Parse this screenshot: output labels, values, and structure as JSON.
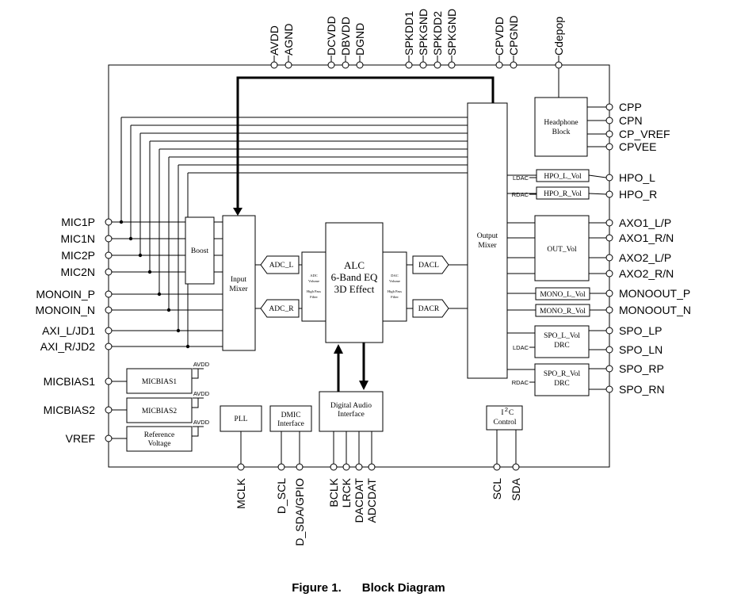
{
  "top_pins": [
    "AVDD",
    "AGND",
    "DCVDD",
    "DBVDD",
    "DGND",
    "SPKDD1",
    "SPKGND",
    "SPKDD2",
    "SPKGND",
    "CPVDD",
    "CPGND",
    "Cdepop"
  ],
  "left_pins": [
    "MIC1P",
    "MIC1N",
    "MIC2P",
    "MIC2N",
    "MONOIN_P",
    "MONOIN_N",
    "AXI_L/JD1",
    "AXI_R/JD2",
    "MICBIAS1",
    "MICBIAS2",
    "VREF"
  ],
  "right_pins": [
    "CPP",
    "CPN",
    "CP_VREF",
    "CPVEE",
    "HPO_L",
    "HPO_R",
    "AXO1_L/P",
    "AXO1_R/N",
    "AXO2_L/P",
    "AXO2_R/N",
    "MONOOUT_P",
    "MONOOUT_N",
    "SPO_LP",
    "SPO_LN",
    "SPO_RP",
    "SPO_RN"
  ],
  "bottom_pins": [
    "MCLK",
    "D_SCL",
    "D_SDA/GPIO",
    "BCLK",
    "LRCK",
    "DACDAT",
    "ADCDAT",
    "SCL",
    "SDA"
  ],
  "blocks": {
    "boost": "Boost",
    "input_mixer": [
      "Input",
      "Mixer"
    ],
    "adc_l": "ADC_L",
    "adc_r": "ADC_R",
    "adc_volume": [
      "ADC",
      "Volume",
      "High Pass",
      "Filter"
    ],
    "alc": [
      "ALC",
      "6-Band EQ",
      "3D Effect"
    ],
    "dac_volume": [
      "DAC",
      "Volume",
      "High Pass",
      "Filter"
    ],
    "dacl": "DACL",
    "dacr": "DACR",
    "output_mixer": [
      "Output",
      "Mixer"
    ],
    "headphone": [
      "Headphone",
      "Block"
    ],
    "hpo_l_vol": "HPO_L_Vol",
    "hpo_r_vol": "HPO_R_Vol",
    "out_vol": "OUT_Vol",
    "mono_l_vol": "MONO_L_Vol",
    "mono_r_vol": "MONO_R_Vol",
    "spo_l": [
      "SPO_L_Vol",
      "DRC"
    ],
    "spo_r": [
      "SPO_R_Vol",
      "DRC"
    ],
    "micbias1": "MICBIAS1",
    "micbias2": "MICBIAS2",
    "reference": [
      "Reference",
      "Voltage"
    ],
    "avdd": "AVDD",
    "pll": "PLL",
    "dmic": [
      "DMIC",
      "Interface"
    ],
    "dai": [
      "Digital Audio",
      "Interface"
    ],
    "i2c": [
      "I",
      "2",
      "C",
      "Control"
    ]
  },
  "side_labels": {
    "ldac": "LDAC",
    "rdac": "RDAC"
  },
  "caption": {
    "figure": "Figure 1.",
    "title": "Block Diagram"
  }
}
